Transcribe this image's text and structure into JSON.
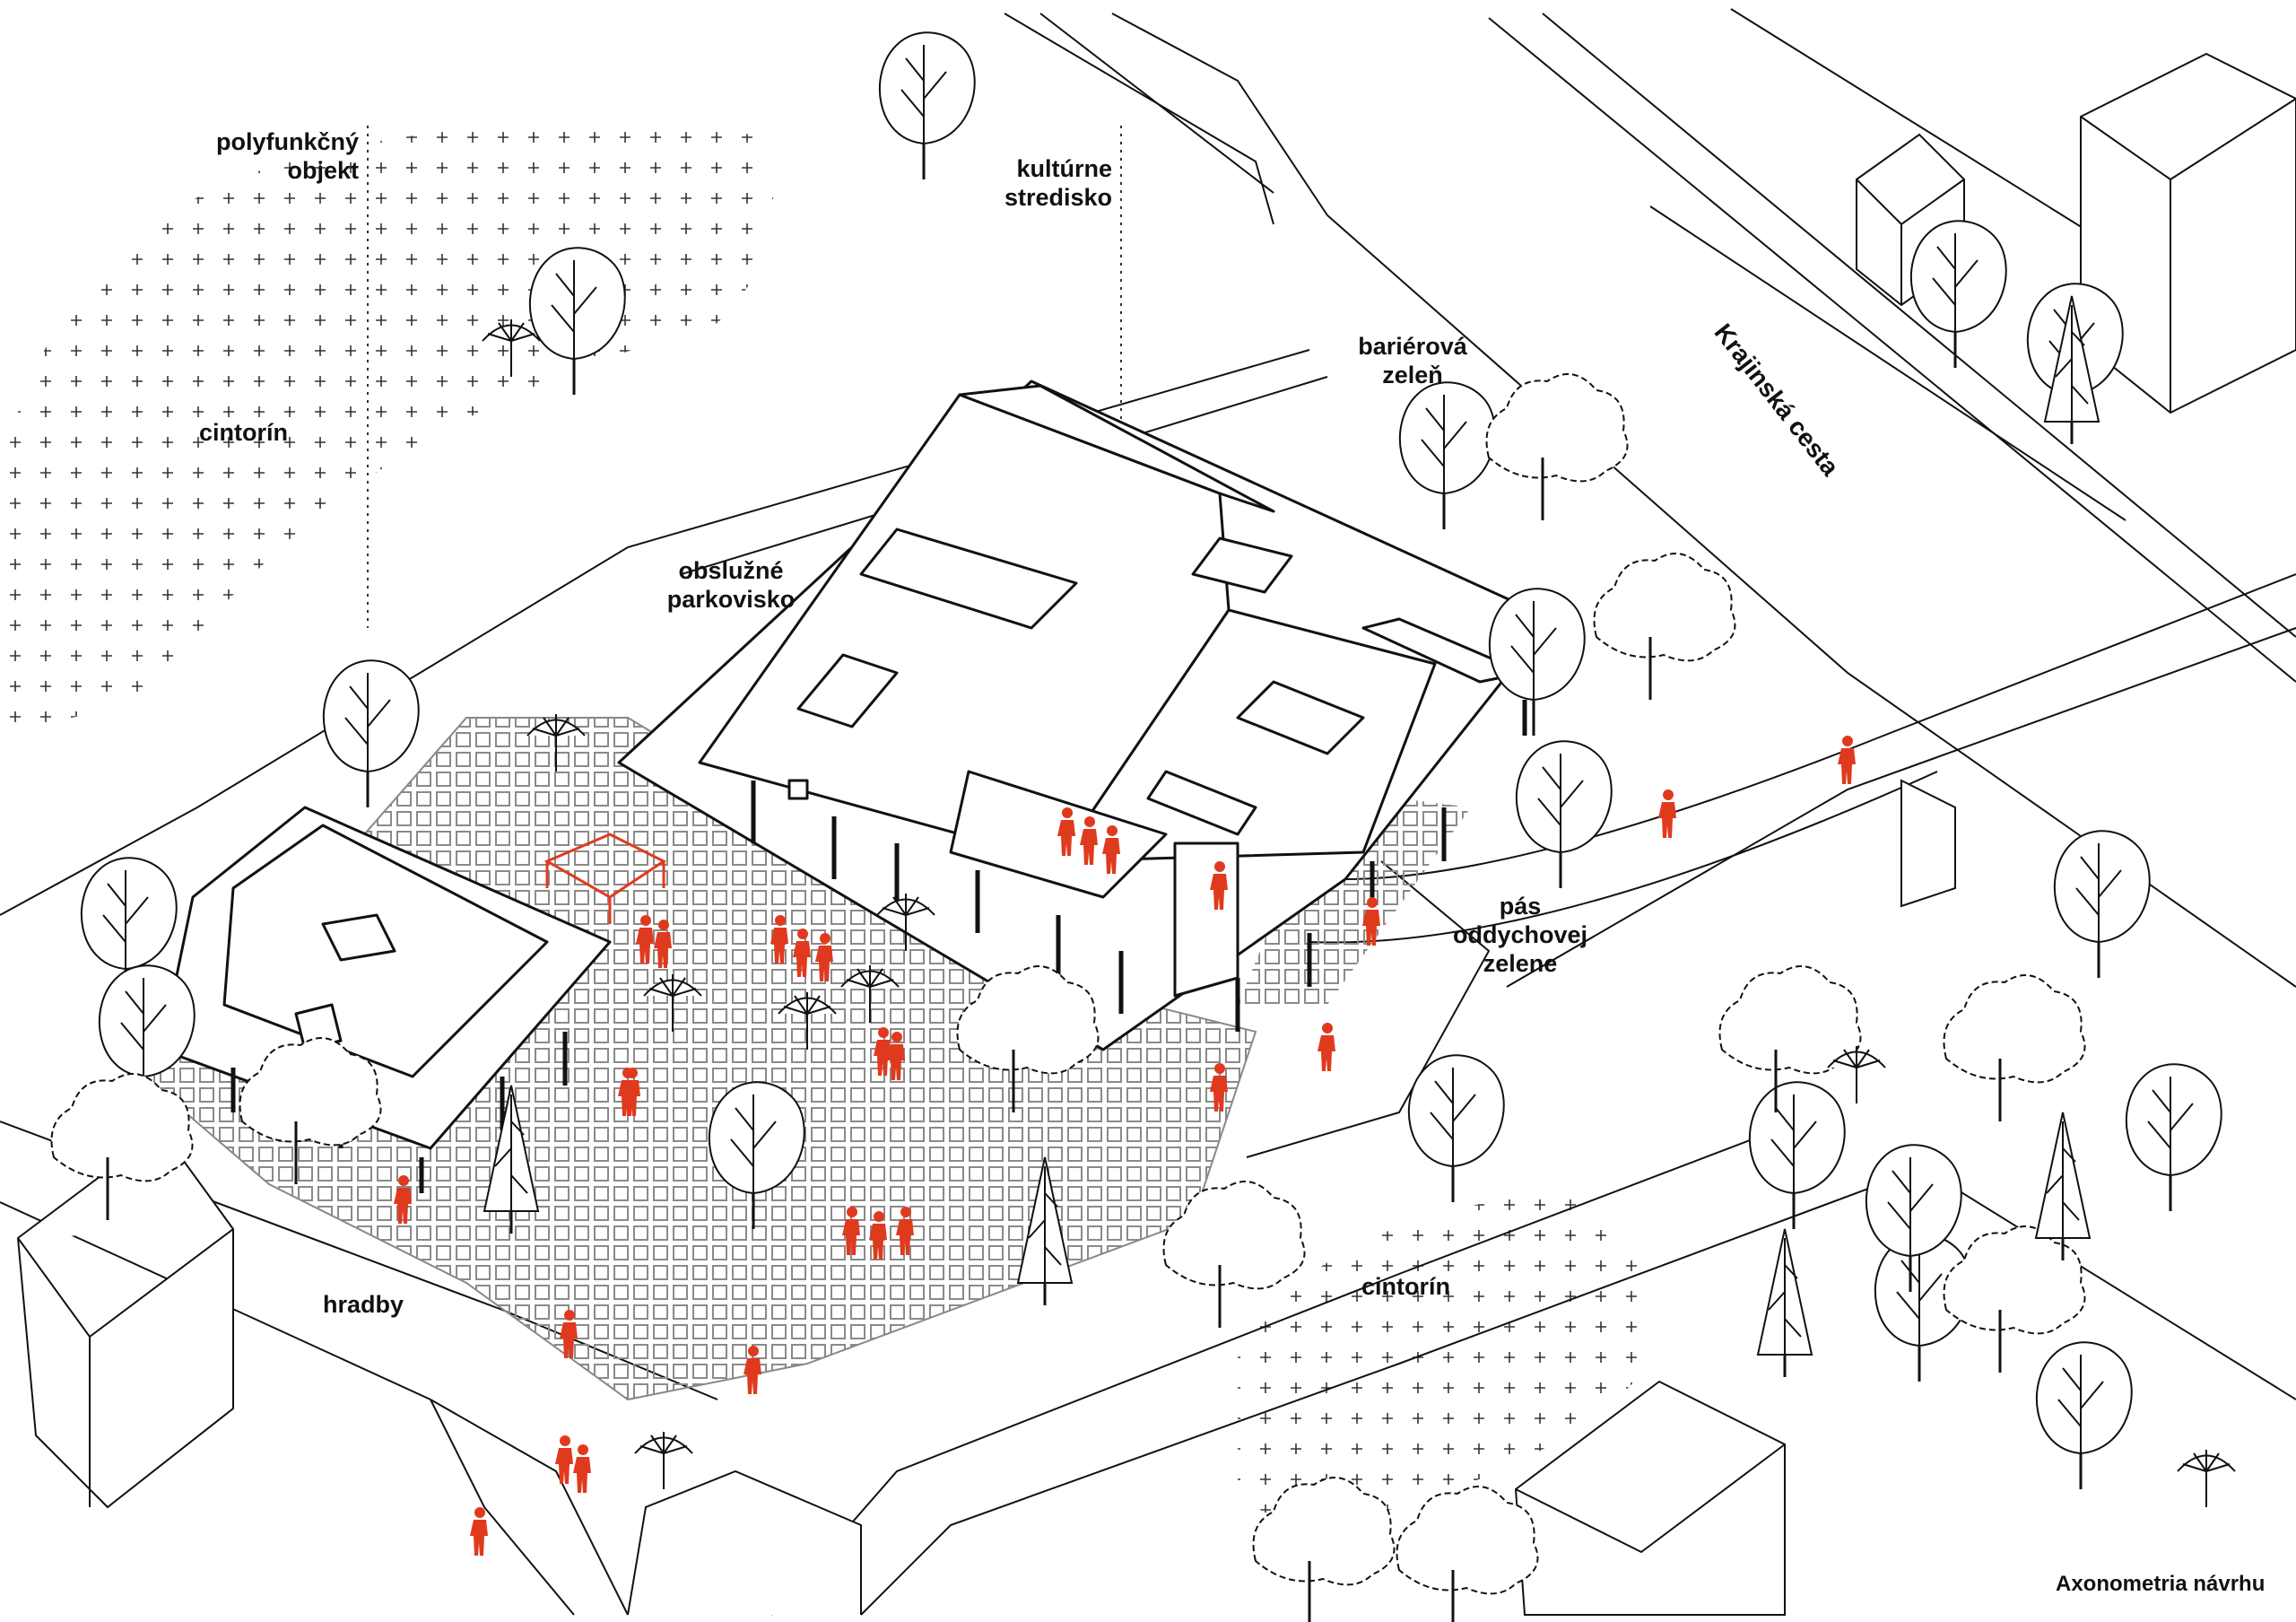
{
  "title": "Axonometria návrhu",
  "labels": {
    "polyfunkcny": [
      "polyfunkčný",
      "objekt"
    ],
    "kulturne": [
      "kultúrne",
      "stredisko"
    ],
    "cintorin_top": "cintorín",
    "barierova": [
      "bariérová",
      "zeleň"
    ],
    "krajinska": "Krajinská cesta",
    "obsluzne": [
      "obslužné",
      "parkovisko"
    ],
    "pas": [
      "pás",
      "oddychovej",
      "zelene"
    ],
    "cintorin_bottom": "cintorín",
    "hradby": "hradby"
  },
  "colors": {
    "line": "#111111",
    "people": "#e03a1e",
    "paving": "#9a9a9a",
    "background": "#ffffff"
  }
}
